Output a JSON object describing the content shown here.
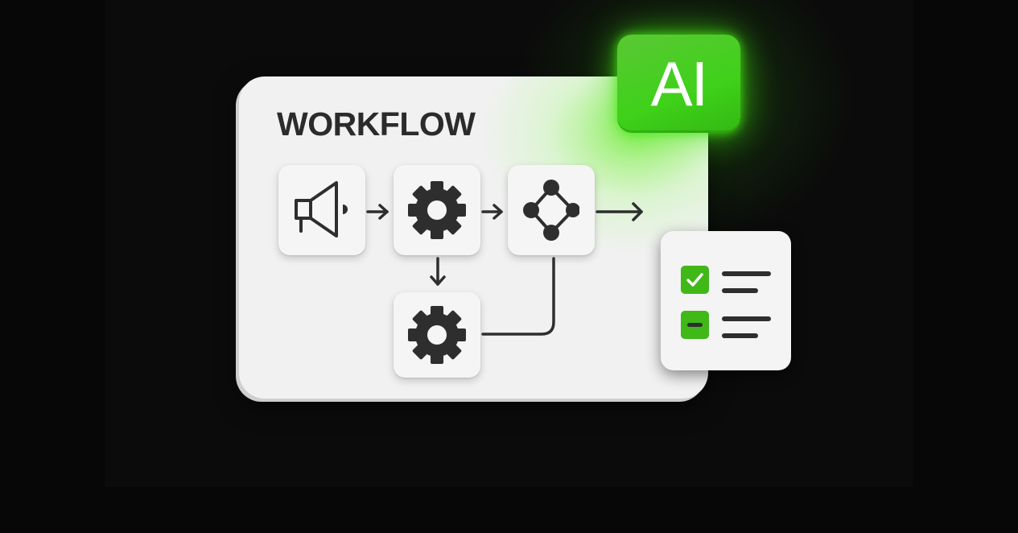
{
  "title": "WORKFLOW",
  "badge": "AI",
  "nodes": [
    {
      "id": "trigger",
      "icon": "megaphone-icon"
    },
    {
      "id": "process-1",
      "icon": "gear-icon"
    },
    {
      "id": "branch",
      "icon": "network-nodes-icon"
    },
    {
      "id": "process-2",
      "icon": "gear-icon"
    }
  ],
  "checklist": [
    {
      "state": "checked",
      "icon": "checkmark-icon"
    },
    {
      "state": "partial",
      "icon": "minus-icon"
    }
  ],
  "colors": {
    "accent": "#3fd11a",
    "ink": "#2b2b2b",
    "card": "#f1f1f1",
    "background": "#070707"
  }
}
